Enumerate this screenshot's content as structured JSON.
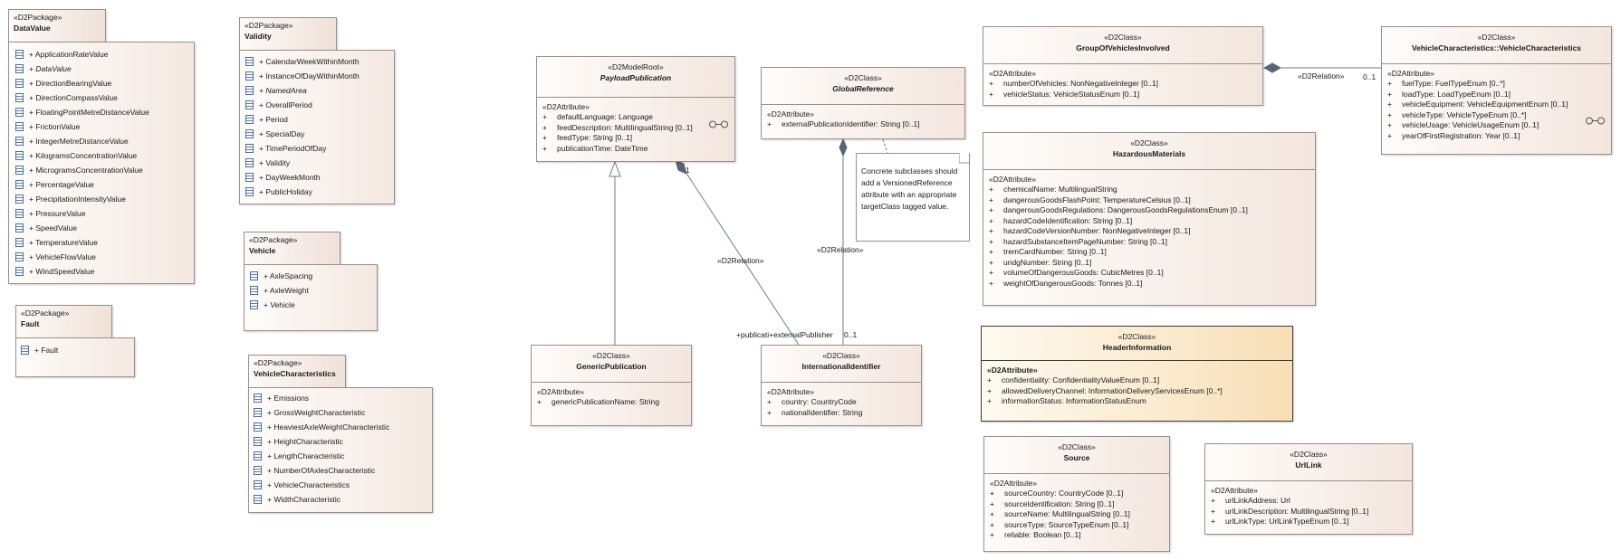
{
  "packages": [
    {
      "stereotype": "«D2Package»",
      "name": "DataValue",
      "items": [
        {
          "label": "+ ApplicationRateValue",
          "italic": false
        },
        {
          "label": "+ DataValue",
          "italic": true
        },
        {
          "label": "+ DirectionBearingValue",
          "italic": false
        },
        {
          "label": "+ DirectionCompassValue",
          "italic": false
        },
        {
          "label": "+ FloatingPointMetreDistanceValue",
          "italic": false
        },
        {
          "label": "+ FrictionValue",
          "italic": false
        },
        {
          "label": "+ IntegerMetreDistanceValue",
          "italic": false
        },
        {
          "label": "+ KilogramsConcentrationValue",
          "italic": false
        },
        {
          "label": "+ MicrogramsConcentrationValue",
          "italic": false
        },
        {
          "label": "+ PercentageValue",
          "italic": false
        },
        {
          "label": "+ PrecipitationIntensityValue",
          "italic": false
        },
        {
          "label": "+ PressureValue",
          "italic": false
        },
        {
          "label": "+ SpeedValue",
          "italic": false
        },
        {
          "label": "+ TemperatureValue",
          "italic": false
        },
        {
          "label": "+ VehicleFlowValue",
          "italic": false
        },
        {
          "label": "+ WindSpeedValue",
          "italic": false
        }
      ]
    },
    {
      "stereotype": "«D2Package»",
      "name": "Validity",
      "items": [
        {
          "label": "+ CalendarWeekWithinMonth",
          "italic": false
        },
        {
          "label": "+ InstanceOfDayWithinMonth",
          "italic": false
        },
        {
          "label": "+ NamedArea",
          "italic": true
        },
        {
          "label": "+ OverallPeriod",
          "italic": false
        },
        {
          "label": "+ Period",
          "italic": false
        },
        {
          "label": "+ SpecialDay",
          "italic": false
        },
        {
          "label": "+ TimePeriodOfDay",
          "italic": false
        },
        {
          "label": "+ Validity",
          "italic": false
        },
        {
          "label": "+ DayWeekMonth",
          "italic": false
        },
        {
          "label": "+ PublicHoliday",
          "italic": false
        }
      ]
    },
    {
      "stereotype": "«D2Package»",
      "name": "Vehicle",
      "items": [
        {
          "label": "+ AxleSpacing",
          "italic": false
        },
        {
          "label": "+ AxleWeight",
          "italic": false
        },
        {
          "label": "+ Vehicle",
          "italic": false
        }
      ]
    },
    {
      "stereotype": "«D2Package»",
      "name": "Fault",
      "items": [
        {
          "label": "+ Fault",
          "italic": false
        }
      ]
    },
    {
      "stereotype": "«D2Package»",
      "name": "VehicleCharacteristics",
      "items": [
        {
          "label": "+ Emissions",
          "italic": false
        },
        {
          "label": "+ GrossWeightCharacteristic",
          "italic": false
        },
        {
          "label": "+ HeaviestAxleWeightCharacteristic",
          "italic": false
        },
        {
          "label": "+ HeightCharacteristic",
          "italic": false
        },
        {
          "label": "+ LengthCharacteristic",
          "italic": false
        },
        {
          "label": "+ NumberOfAxlesCharacteristic",
          "italic": false
        },
        {
          "label": "+ VehicleCharacteristics",
          "italic": false
        },
        {
          "label": "+ WidthCharacteristic",
          "italic": false
        }
      ]
    }
  ],
  "classes": [
    {
      "stereotype": "«D2ModelRoot»",
      "name": "PayloadPublication",
      "italic_name": true,
      "attr_header": "«D2Attribute»",
      "attrs": [
        {
          "vis": "+",
          "text": "defaultLanguage: Language"
        },
        {
          "vis": "+",
          "text": "feedDescription: MultilingualString [0..1]"
        },
        {
          "vis": "+",
          "text": "feedType: String [0..1]"
        },
        {
          "vis": "+",
          "text": "publicationTime: DateTime"
        }
      ]
    },
    {
      "stereotype": "«D2Class»",
      "name": "GlobalReference",
      "italic_name": true,
      "attr_header": "«D2Attribute»",
      "attrs": [
        {
          "vis": "+",
          "text": "externalPublicationIdentifier: String [0..1]"
        }
      ]
    },
    {
      "stereotype": "«D2Class»",
      "name": "GenericPublication",
      "italic_name": false,
      "attr_header": "«D2Attribute»",
      "attrs": [
        {
          "vis": "+",
          "text": "genericPublicationName: String"
        }
      ]
    },
    {
      "stereotype": "«D2Class»",
      "name": "InternationalIdentifier",
      "italic_name": false,
      "attr_header": "«D2Attribute»",
      "attrs": [
        {
          "vis": "+",
          "text": "country: CountryCode"
        },
        {
          "vis": "+",
          "text": "nationalIdentifier: String"
        }
      ]
    },
    {
      "stereotype": "«D2Class»",
      "name": "GroupOfVehiclesInvolved",
      "italic_name": false,
      "attr_header": "«D2Attribute»",
      "attrs": [
        {
          "vis": "+",
          "text": "numberOfVehicles: NonNegativeInteger [0..1]"
        },
        {
          "vis": "+",
          "text": "vehicleStatus: VehicleStatusEnum [0..1]"
        }
      ]
    },
    {
      "stereotype": "«D2Class»",
      "name": "VehicleCharacteristics::VehicleCharacteristics",
      "italic_name": false,
      "attr_header": "«D2Attribute»",
      "attrs": [
        {
          "vis": "+",
          "text": "fuelType: FuelTypeEnum [0..*]"
        },
        {
          "vis": "+",
          "text": "loadType: LoadTypeEnum [0..1]"
        },
        {
          "vis": "+",
          "text": "vehicleEquipment: VehicleEquipmentEnum [0..1]"
        },
        {
          "vis": "+",
          "text": "vehicleType: VehicleTypeEnum [0..*]"
        },
        {
          "vis": "+",
          "text": "vehicleUsage: VehicleUsageEnum [0..1]"
        },
        {
          "vis": "+",
          "text": "yearOfFirstRegistration: Year [0..1]"
        }
      ]
    },
    {
      "stereotype": "«D2Class»",
      "name": "HazardousMaterials",
      "italic_name": false,
      "attr_header": "«D2Attribute»",
      "attrs": [
        {
          "vis": "+",
          "text": "chemicalName: MultilingualString"
        },
        {
          "vis": "+",
          "text": "dangerousGoodsFlashPoint: TemperatureCelsius [0..1]"
        },
        {
          "vis": "+",
          "text": "dangerousGoodsRegulations: DangerousGoodsRegulationsEnum [0..1]"
        },
        {
          "vis": "+",
          "text": "hazardCodeIdentification: String [0..1]"
        },
        {
          "vis": "+",
          "text": "hazardCodeVersionNumber: NonNegativeInteger [0..1]"
        },
        {
          "vis": "+",
          "text": "hazardSubstanceItemPageNumber: String [0..1]"
        },
        {
          "vis": "+",
          "text": "tremCardNumber: String [0..1]"
        },
        {
          "vis": "+",
          "text": "undgNumber: String [0..1]"
        },
        {
          "vis": "+",
          "text": "volumeOfDangerousGoods: CubicMetres [0..1]"
        },
        {
          "vis": "+",
          "text": "weightOfDangerousGoods: Tonnes [0..1]"
        }
      ]
    },
    {
      "stereotype": "«D2Class»",
      "name": "HeaderInformation",
      "italic_name": false,
      "attr_header": "«D2Attribute»",
      "attrs": [
        {
          "vis": "+",
          "text": "confidentiality: ConfidentialityValueEnum [0..1]"
        },
        {
          "vis": "+",
          "text": "allowedDeliveryChannel: InformationDeliveryServicesEnum [0..*]"
        },
        {
          "vis": "+",
          "text": "informationStatus: InformationStatusEnum"
        }
      ]
    },
    {
      "stereotype": "«D2Class»",
      "name": "Source",
      "italic_name": false,
      "attr_header": "«D2Attribute»",
      "attrs": [
        {
          "vis": "+",
          "text": "sourceCountry: CountryCode [0..1]"
        },
        {
          "vis": "+",
          "text": "sourceIdentification: String [0..1]"
        },
        {
          "vis": "+",
          "text": "sourceName: MultilingualString [0..1]"
        },
        {
          "vis": "+",
          "text": "sourceType: SourceTypeEnum [0..1]"
        },
        {
          "vis": "+",
          "text": "reliable: Boolean [0..1]"
        }
      ]
    },
    {
      "stereotype": "«D2Class»",
      "name": "UrlLink",
      "italic_name": false,
      "attr_header": "«D2Attribute»",
      "attrs": [
        {
          "vis": "+",
          "text": "urlLinkAddress: Url"
        },
        {
          "vis": "+",
          "text": "urlLinkDescription: MultilingualString [0..1]"
        },
        {
          "vis": "+",
          "text": "urlLinkType: UrlLinkTypeEnum [0..1]"
        }
      ]
    }
  ],
  "note": {
    "lines": [
      "Concrete subclasses should",
      "add a VersionedReference",
      "attribute with an appropriate",
      "targetClass tagged value."
    ]
  },
  "connector_labels": {
    "rel_payload": "«D2Relation»",
    "rel_payload_mult": "1",
    "rel_global": "«D2Relation»",
    "role_ends": "+publicati+externalPublisher",
    "role_mult": "0..1",
    "rel_group": "«D2Relation»",
    "rel_group_mult": "0..1"
  },
  "colors": {
    "border": "#9a8f8a",
    "line": "#6e7a8c",
    "diamond": "#5a6478",
    "header_fill": "#f7dfb6"
  }
}
